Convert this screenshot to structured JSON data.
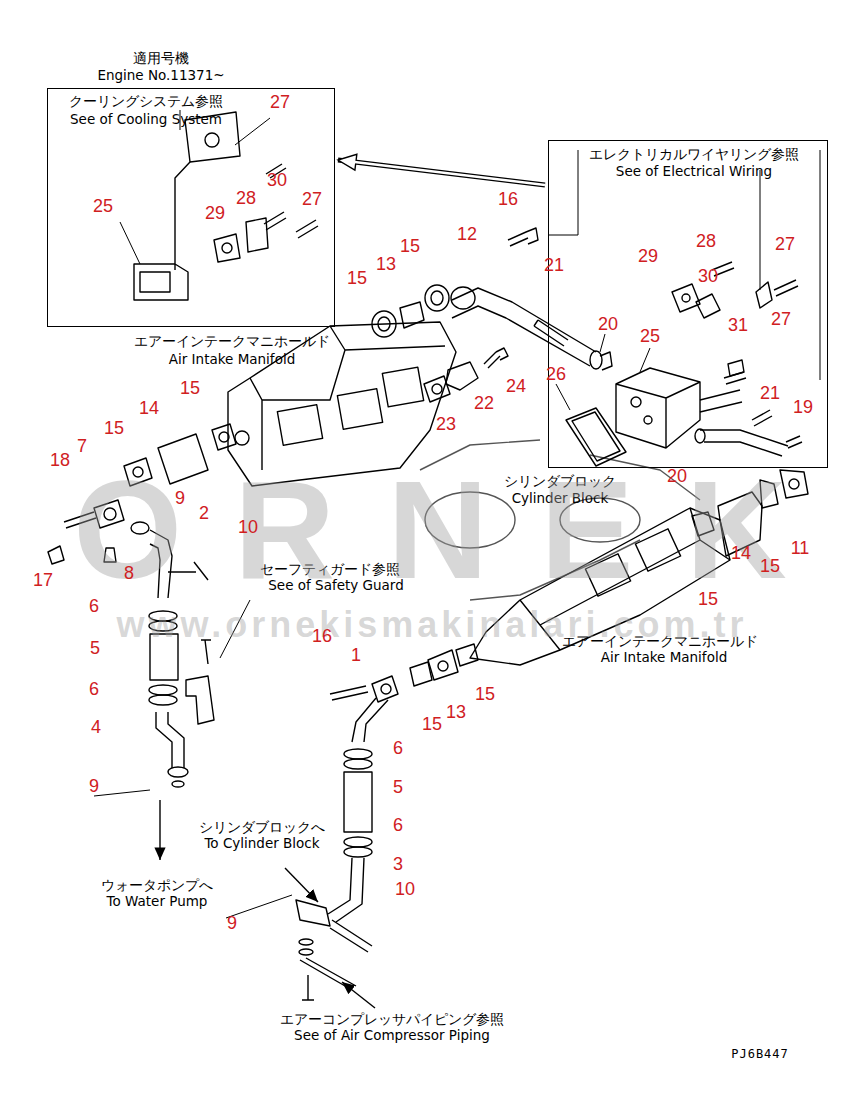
{
  "diagram": {
    "nodes": [
      {
        "text": [
          "適用号機",
          "Engine No.11371~",
          "クーリングシステム参照",
          "See of Cooling System"
        ]
      },
      {
        "text": [
          "エレクトリカルワイヤリング参照",
          "See of Electrical Wiring"
        ]
      }
    ],
    "edges": [
      {
        "from": 1,
        "to": 0,
        "arrow": "to"
      }
    ],
    "labels": [
      "27",
      "30",
      "28",
      "29",
      "27",
      "25",
      "16",
      "21",
      "12",
      "15",
      "15",
      "13",
      "29",
      "28",
      "30",
      "27",
      "20",
      "25",
      "31",
      "27",
      "エアーインテークマニホールド",
      "Air Intake Manifold",
      "15",
      "14",
      "15",
      "22",
      "24",
      "23",
      "26",
      "21",
      "19",
      "7",
      "18",
      "20",
      "シリンダブロック",
      "Cylinder Block",
      "9",
      "2",
      "10",
      "11",
      "14",
      "15",
      "8",
      "17",
      "セーフティガード参照",
      "See of Safety Guard",
      "15",
      "6",
      "16",
      "1",
      "エアーインテークマニホールド",
      "Air Intake Manifold",
      "5",
      "6",
      "15",
      "13",
      "15",
      "4",
      "6",
      "9",
      "5",
      "6",
      "シリンダブロックへ",
      "To Cylinder Block",
      "3",
      "ウォータポンプへ",
      "To Water Pump",
      "10",
      "9",
      "エアーコンプレッサパイピング参照",
      "See of Air Compressor Piping",
      "PJ6B447",
      "ORNEK",
      "www.ornekismakinalari.com.tr"
    ]
  }
}
